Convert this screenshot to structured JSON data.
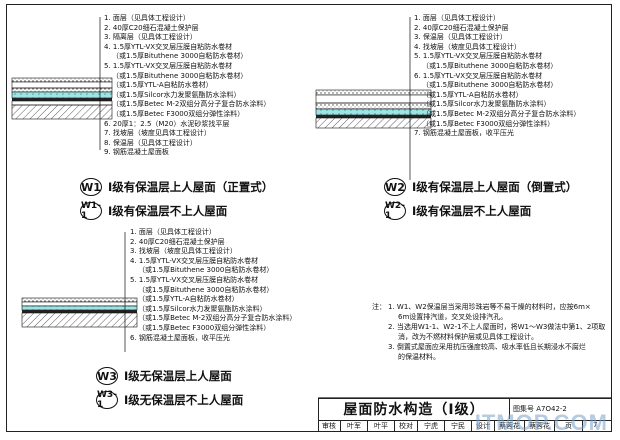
{
  "w1": {
    "layers": [
      "1. 面层（见具体工程设计）",
      "2. 40厚C20细石混凝土保护层",
      "3. 隔离层（见具体工程设计）",
      "4. 1.5厚YTL-VX交叉层压膜自粘防水卷材",
      "（或1.5厚Bituthene 3000自粘防水卷材）",
      "5. 1.5厚YTL-VX交叉层压膜自粘防水卷材",
      "（或1.5厚Bituthene 3000自粘防水卷材）",
      "（或1.5厚YTL-A自粘防水卷材）",
      "（或1.5厚Silcor水力发聚氨酯防水涂料）",
      "（或1.5厚Betec M-2双组分高分子复合防水涂料）",
      "（或1.5厚Betec F3000双组分弹性涂料）",
      "6. 20厚1：2.5（M20）水泥砂浆找平层",
      "7. 找坡层（坡度见具体工程设计）",
      "8. 保温层（见具体工程设计）",
      "9. 钢筋混凝土屋面板"
    ],
    "badge": "W1",
    "caption": "Ⅰ级有保温层上人屋面（正置式）",
    "badge_b": "W1-1",
    "caption_b": "Ⅰ级有保温层不上人屋面"
  },
  "w2": {
    "layers": [
      "1. 面层（见具体工程设计）",
      "2. 40厚C20细石混凝土保护层",
      "3. 保温层（见具体工程设计）",
      "4. 找坡层（坡度见具体工程设计）",
      "5. 1.5厚YTL-VX交叉层压膜自粘防水卷材",
      "（或1.5厚Bituthene 3000自粘防水卷材）",
      "6. 1.5厚YTL-VX交叉层压膜自粘防水卷材",
      "（或1.5厚Bituthene 3000自粘防水卷材）",
      "（或1.5厚YTL-A自粘防水卷材）",
      "（或1.5厚Silcor水力发聚氨酯防水涂料）",
      "（或1.5厚Betec M-2双组分高分子复合防水涂料）",
      "（或1.5厚Betec F3000双组分弹性涂料）",
      "7. 钢筋混凝土屋面板，收平压光"
    ],
    "badge": "W2",
    "caption": "Ⅰ级有保温层上人屋面（倒置式）",
    "badge_b": "W2-1",
    "caption_b": "Ⅰ级有保温层不上人屋面"
  },
  "w3": {
    "layers": [
      "1. 面层（见具体工程设计）",
      "2. 40厚C20细石混凝土保护层",
      "3. 找坡层（坡度见具体工程设计）",
      "4. 1.5厚YTL-VX交叉层压膜自粘防水卷材",
      "（或1.5厚Bituthene 3000自粘防水卷材）",
      "5. 1.5厚YTL-VX交叉层压膜自粘防水卷材",
      "（或1.5厚Bituthene 3000自粘防水卷材）",
      "（或1.5厚YTL-A自粘防水卷材）",
      "（或1.5厚Silcor水力发聚氨酯防水涂料）",
      "（或1.5厚Betec M-2双组分高分子复合防水涂料）",
      "（或1.5厚Betec F3000双组分弹性涂料）",
      "6. 钢筋混凝土屋面板，收平压光"
    ],
    "badge": "W3",
    "caption": "Ⅰ级无保温层上人屋面",
    "badge_b": "W3-1",
    "caption_b": "Ⅰ级无保温层不上人屋面"
  },
  "notes": {
    "label": "注：",
    "lines": [
      "1. W1、W2保温层当采用珍珠岩等不易干燥的材料时，应按6m×",
      "6m设置排汽道，交叉处设排汽孔。",
      "2. 当选用W1-1、W2-1不上人屋面时，将W1～W3做法中第1、2项取",
      "消，改为不燃材料保护层或见具体工程设计。",
      "3. 倒置式屋面应采用抗压强度较高、吸水率低且长期浸水不腐烂",
      "的保温材料。"
    ]
  },
  "title_block": {
    "title": "屋面防水构造（Ⅰ级）",
    "atlas_label": "图集号",
    "atlas_no": "A7O42-2",
    "row": [
      "审核",
      "叶军",
      "叶平",
      "校对",
      "宁虎",
      "宁民",
      "设计",
      "蔡蓉花",
      "蔡蓉花",
      "页",
      "7"
    ]
  },
  "watermark": "ITMOP.COM",
  "colors": {
    "line": "#111111",
    "insulation": "#9fe3e6",
    "waterproof": "#222222"
  }
}
